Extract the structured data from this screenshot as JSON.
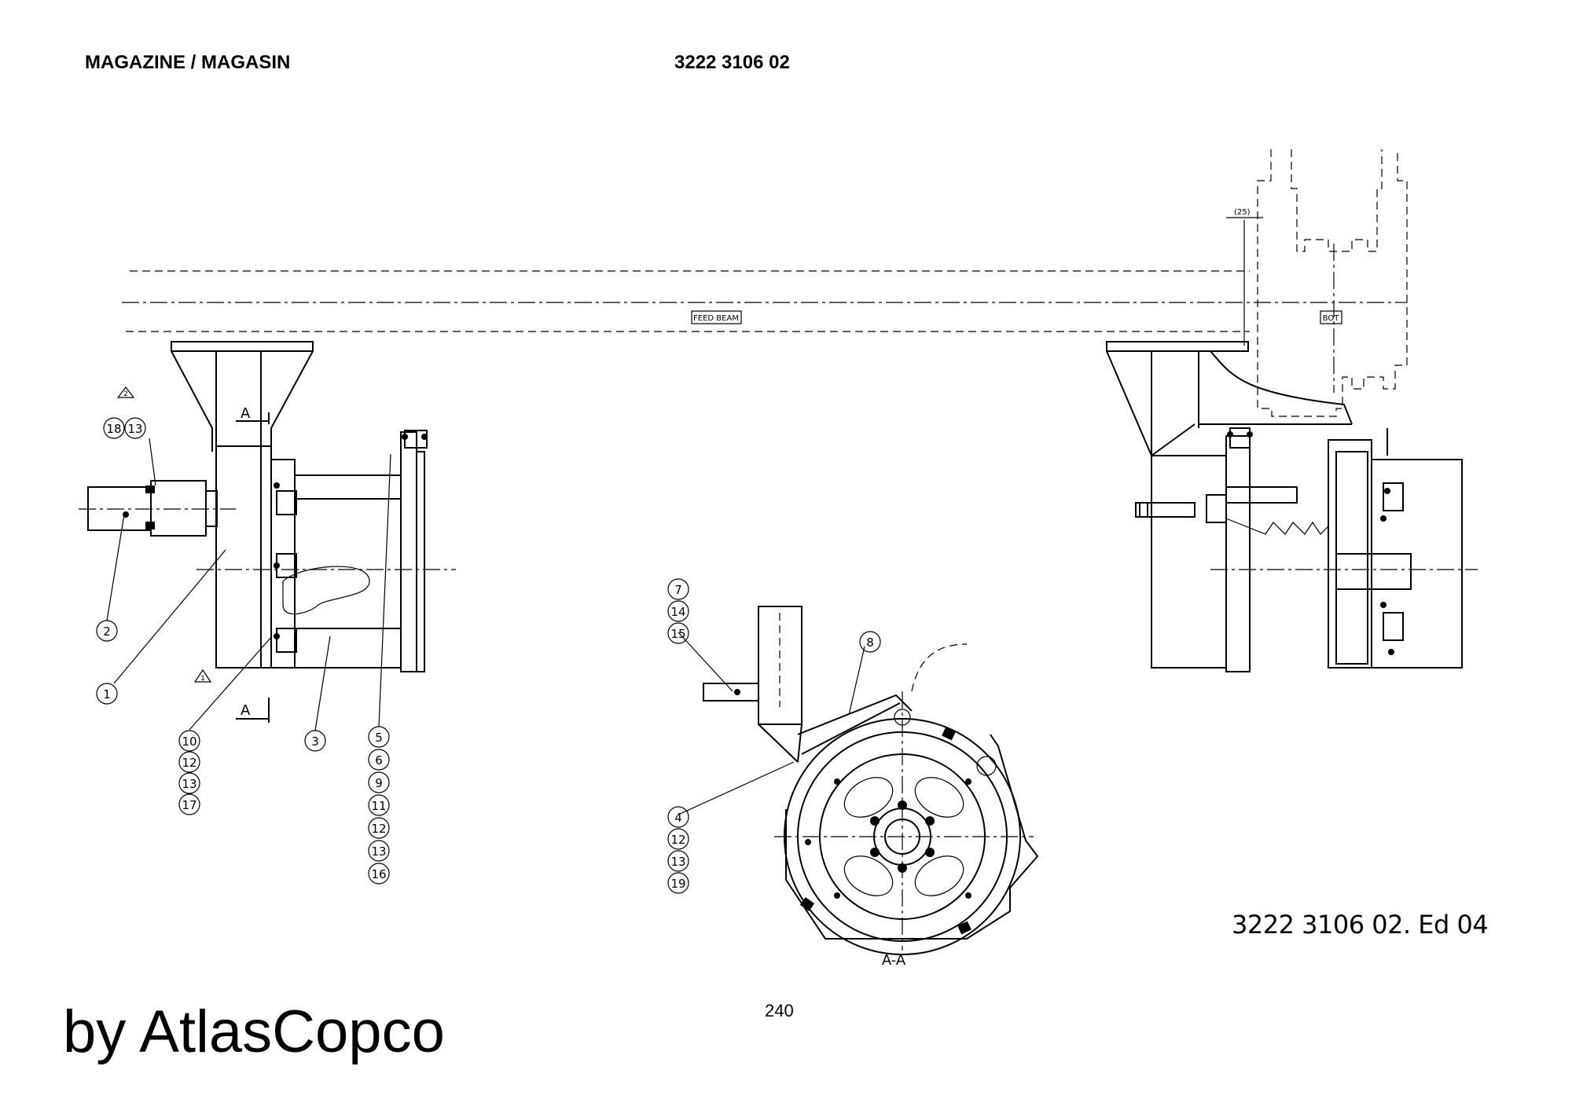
{
  "header": {
    "title": "MAGAZINE / MAGASIN",
    "part_number": "3222 3106 02"
  },
  "drawing": {
    "labels": {
      "feed_beam": "FEED BEAM",
      "bot": "BOT",
      "dimension": "(25)",
      "section_marker": "A",
      "section_view": "A-A",
      "revision_2": "2",
      "revision_1": "1"
    },
    "balloons_left": {
      "top_pair": [
        "18",
        "13"
      ],
      "item_2": "2",
      "item_1": "1",
      "item_3": "3",
      "stack_a": [
        "10",
        "12",
        "13",
        "17"
      ],
      "stack_b": [
        "5",
        "6",
        "9",
        "11",
        "12",
        "13",
        "16"
      ]
    },
    "balloons_section": {
      "stack_top": [
        "7",
        "14",
        "15"
      ],
      "item_8": "8",
      "stack_bottom": [
        "4",
        "12",
        "13",
        "19"
      ]
    }
  },
  "footer": {
    "edition": "3222 3106 02. Ed 04",
    "page_number": "240",
    "brand": "by AtlasCopco"
  }
}
